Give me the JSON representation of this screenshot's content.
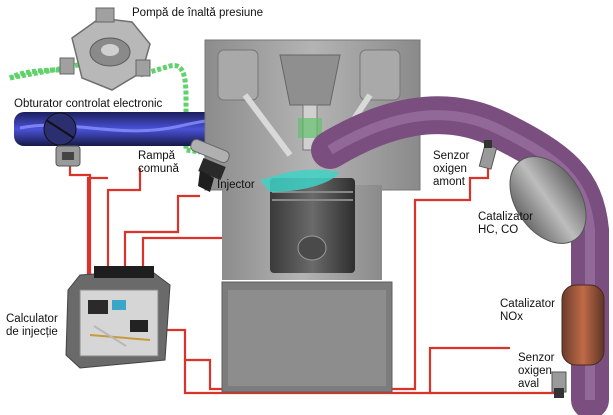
{
  "labels": {
    "pump": "Pompă de înaltă presiune",
    "throttle": "Obturator controlat electronic",
    "rail": "Rampă\ncomună",
    "injector": "Injector",
    "ecu": "Calculator\nde injecție",
    "o2_upstream": "Senzor\noxigen\namont",
    "cat_hc_co": "Catalizator\nHC, CO",
    "cat_nox": "Catalizator\nNOx",
    "o2_downstream": "Senzor\noxigen\naval"
  },
  "colors": {
    "wire": "#d9332a",
    "fuel_line": "#5fd36a",
    "exhaust": "#7a4f80",
    "intake": "#2a2f8c",
    "engine_block": "#9c9c9c",
    "spray": "#3fd2c6"
  }
}
